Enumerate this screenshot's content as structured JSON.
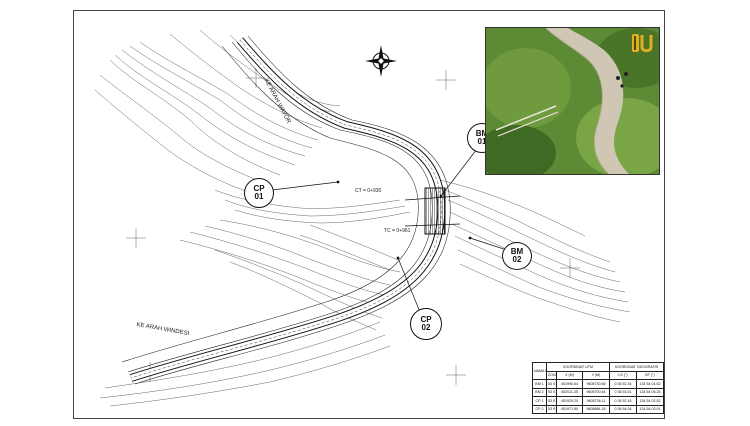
{
  "markers": [
    {
      "id": "cp01",
      "line1": "CP",
      "line2": "01"
    },
    {
      "id": "bm01",
      "line1": "BM",
      "line2": "01"
    },
    {
      "id": "bm02",
      "line1": "BM",
      "line2": "02"
    },
    {
      "id": "cp02",
      "line1": "CP",
      "line2": "02"
    }
  ],
  "road_labels": {
    "top": "KE ARAH WAYOR",
    "bottom": "KE ARAH WINDESI"
  },
  "chainage_labels": {
    "ct": "CT = 0+930",
    "tc": "TC = 0+961"
  },
  "photo": {
    "logo": "PU"
  },
  "table": {
    "headers": {
      "name": "NAMA PATOK",
      "utm": "KOORDINAT UTM",
      "geo": "KOORDINAT GEOGRAFIS",
      "zone": "ZONE",
      "x": "X (M)",
      "y": "Y (M)",
      "ls": "LS (°)",
      "bt": "BT (°)"
    },
    "rows": [
      {
        "name": "BM 1",
        "zone": "53 S",
        "x": "451990.64",
        "y": "9605730.65",
        "ls": "0 36 52.34",
        "bt": "134 54 04.52"
      },
      {
        "name": "BM 2",
        "zone": "53 S",
        "x": "452011.35",
        "y": "9605700.54",
        "ls": "0 36 53.51",
        "bt": "134 54 05.25"
      },
      {
        "name": "CP 1",
        "zone": "53 S",
        "x": "451929.20",
        "y": "9605736.11",
        "ls": "0 36 52.16",
        "bt": "134 54 02.53"
      },
      {
        "name": "CP 2",
        "zone": "53 S",
        "x": "451971.80",
        "y": "9605684.18",
        "ls": "0 36 54.04",
        "bt": "134 54 03.91"
      }
    ]
  }
}
